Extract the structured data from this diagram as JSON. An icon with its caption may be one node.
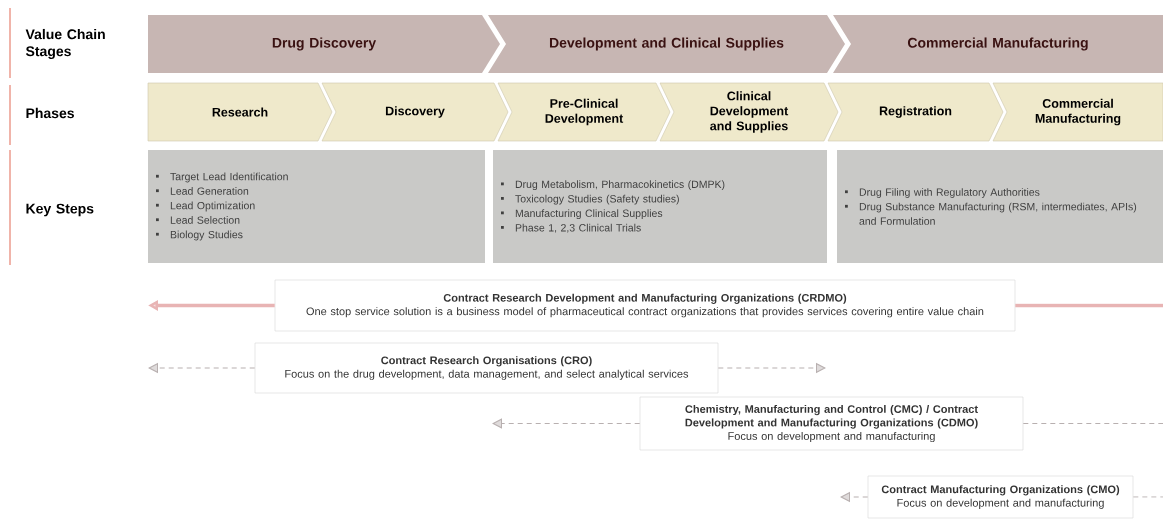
{
  "diagram": {
    "nodes": [
      {
        "text": [
          "Drug Discovery"
        ]
      },
      {
        "text": [
          "Development and Clinical Supplies"
        ]
      },
      {
        "text": [
          "Commercial Manufacturing"
        ]
      },
      {
        "text": [
          "Research"
        ]
      },
      {
        "text": [
          "Discovery"
        ]
      },
      {
        "text": [
          "Pre-Clinical Development"
        ]
      },
      {
        "text": [
          "Clinical Development and Supplies"
        ]
      },
      {
        "text": [
          "Registration"
        ]
      },
      {
        "text": [
          "Commercial Manufacturing"
        ]
      },
      {
        "text": [
          "Target Lead Identification",
          "Lead Generation",
          "Lead Optimization",
          "Lead Selection",
          "Biology Studies"
        ]
      },
      {
        "text": [
          "Drug Metabolism, Pharmacokinetics (DMPK)",
          "Toxicology Studies (Safety studies)",
          "Manufacturing Clinical Supplies",
          "Phase 1, 2,3 Clinical Trials"
        ]
      },
      {
        "text": [
          "Drug Filing with Regulatory Authorities",
          "Drug Substance Manufacturing (RSM, intermediates, APIs) and Formulation"
        ]
      },
      {
        "text": [
          "Contract Research Development and Manufacturing Organizations (CRDMO)",
          "One stop service solution is a business model of pharmaceutical contract organizations that provides services covering entire value chain"
        ]
      },
      {
        "text": [
          "Contract Research Organisations (CRO)",
          "Focus on the drug development, data management, and select analytical services"
        ]
      },
      {
        "text": [
          "Chemistry, Manufacturing and Control (CMC) / Contract Development and Manufacturing Organizations (CDMO)",
          "Focus on development and manufacturing"
        ]
      },
      {
        "text": [
          "Contract Manufacturing Organizations (CMO)",
          "Focus on development and manufacturing"
        ]
      }
    ],
    "edges": [
      {
        "from": 12,
        "to": null,
        "arrow": "to",
        "style": "thick",
        "color": "#e8b4b4"
      },
      {
        "from": 12,
        "to": null,
        "arrow": "none",
        "style": "thick",
        "color": "#e8b4b4"
      },
      {
        "from": 13,
        "to": null,
        "arrow": "to",
        "style": "dashed"
      },
      {
        "from": 13,
        "to": null,
        "arrow": "to",
        "style": "dashed"
      },
      {
        "from": 14,
        "to": null,
        "arrow": "to",
        "style": "dashed"
      },
      {
        "from": 14,
        "to": null,
        "arrow": "none",
        "style": "dashed"
      },
      {
        "from": 15,
        "to": null,
        "arrow": "to",
        "style": "dashed"
      },
      {
        "from": 15,
        "to": null,
        "arrow": "none",
        "style": "dashed"
      }
    ],
    "labels": [
      "Value Chain Stages",
      "Phases",
      "Key Steps"
    ]
  }
}
